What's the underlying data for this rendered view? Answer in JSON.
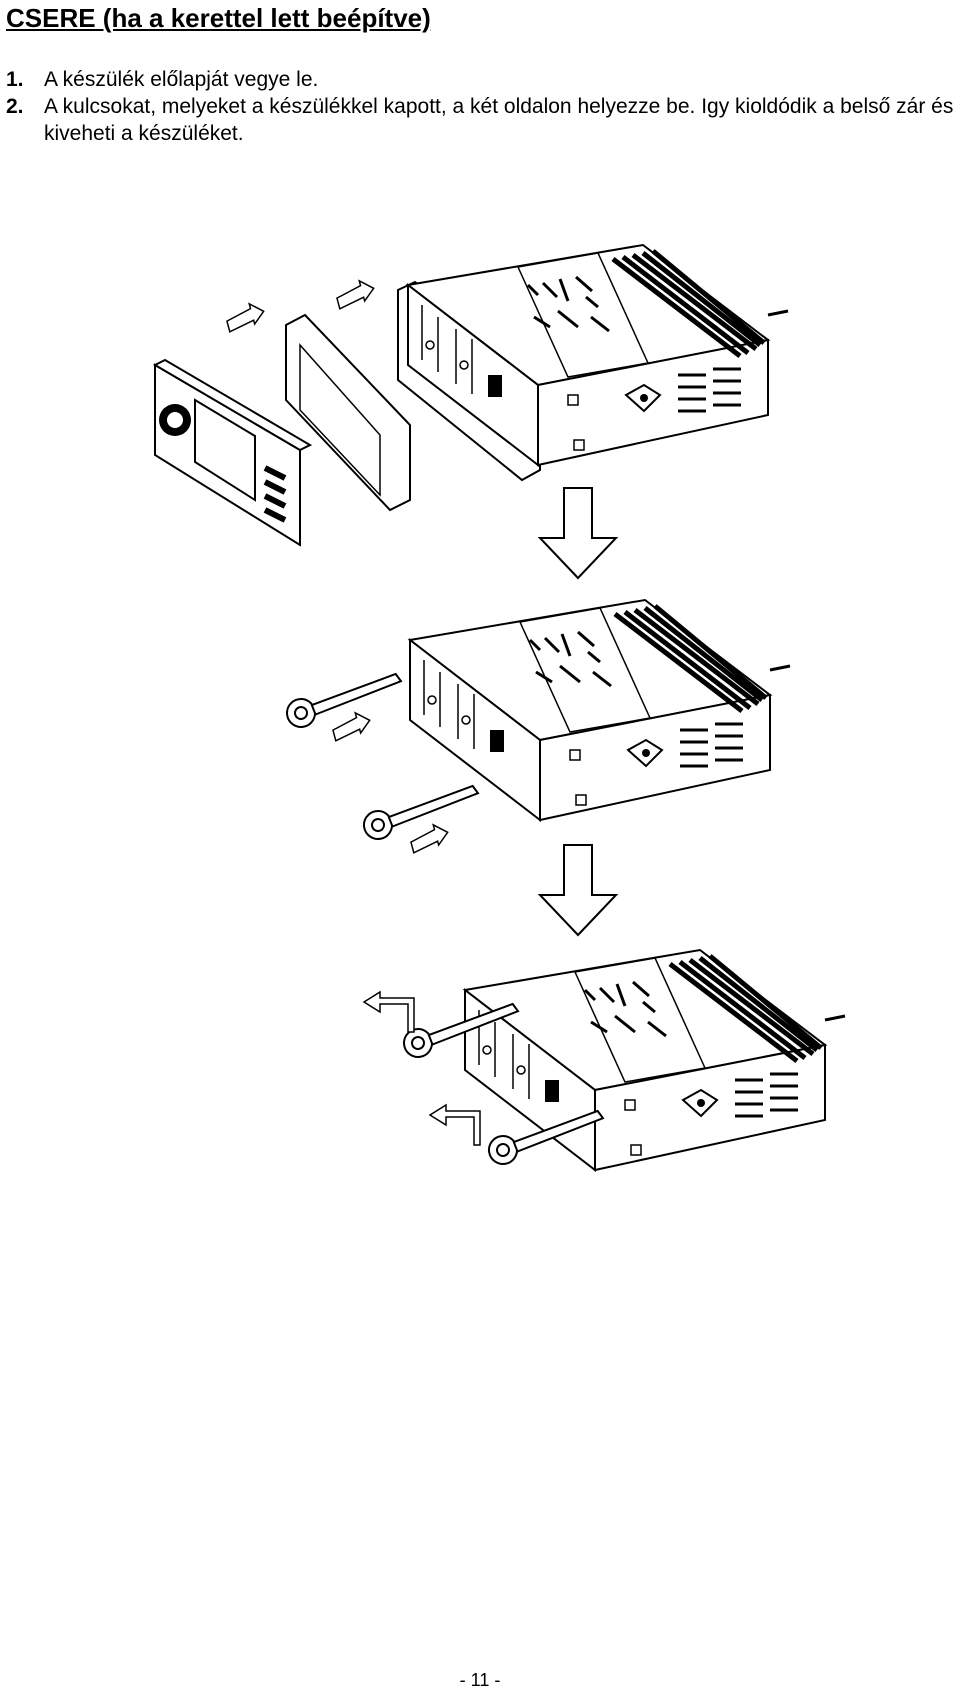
{
  "title": "CSERE (ha a kerettel lett beépítve)",
  "steps": [
    {
      "num": "1.",
      "text": "A készülék előlapját  vegye le."
    },
    {
      "num": "2.",
      "text": "A kulcsokat, melyeket a készülékkel kapott, a két oldalon helyezze be. Igy kioldódik a belső zár és kiveheti a készüléket."
    }
  ],
  "page_number": "- 11 -",
  "figure": {
    "stages": [
      "remove-front-panel-and-frame",
      "insert-release-keys",
      "pull-out-unit"
    ],
    "icons": [
      "radio-chassis",
      "front-panel",
      "trim-frame",
      "release-key",
      "direction-arrow",
      "down-arrow"
    ]
  }
}
